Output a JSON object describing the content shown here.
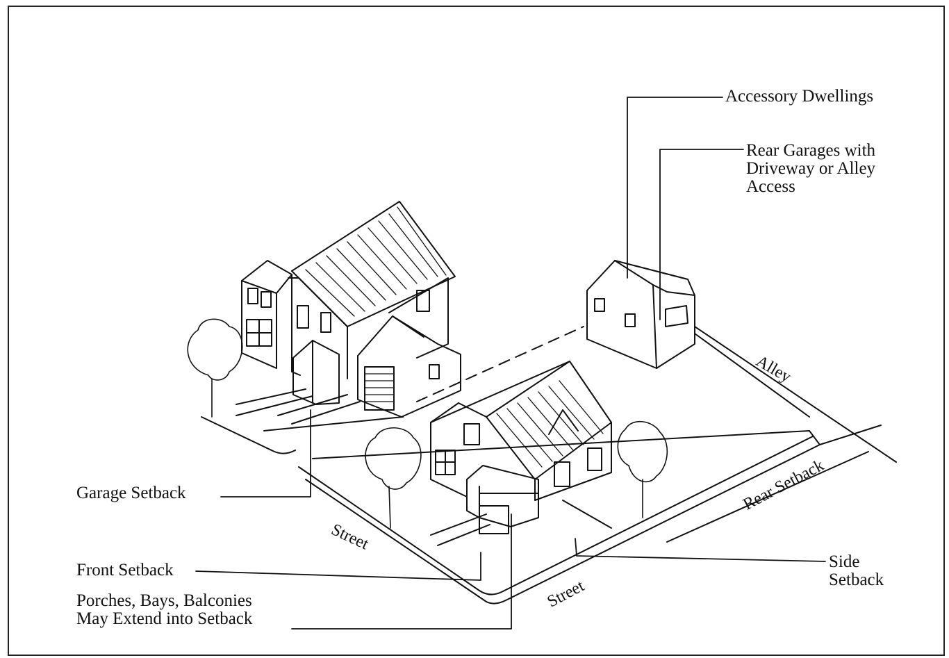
{
  "labels": {
    "accessory_dwellings": "Accessory Dwellings",
    "rear_garages": "Rear Garages with\nDriveway or Alley\nAccess",
    "garage_setback": "Garage Setback",
    "front_setback": "Front Setback",
    "porches": "Porches, Bays, Balconies\nMay Extend into Setback",
    "side_setback": "Side\nSetback",
    "rear_setback": "Rear Setback",
    "alley": "Alley",
    "street_left": "Street",
    "street_bottom": "Street"
  },
  "colors": {
    "ink": "#111111",
    "paper": "#ffffff"
  }
}
